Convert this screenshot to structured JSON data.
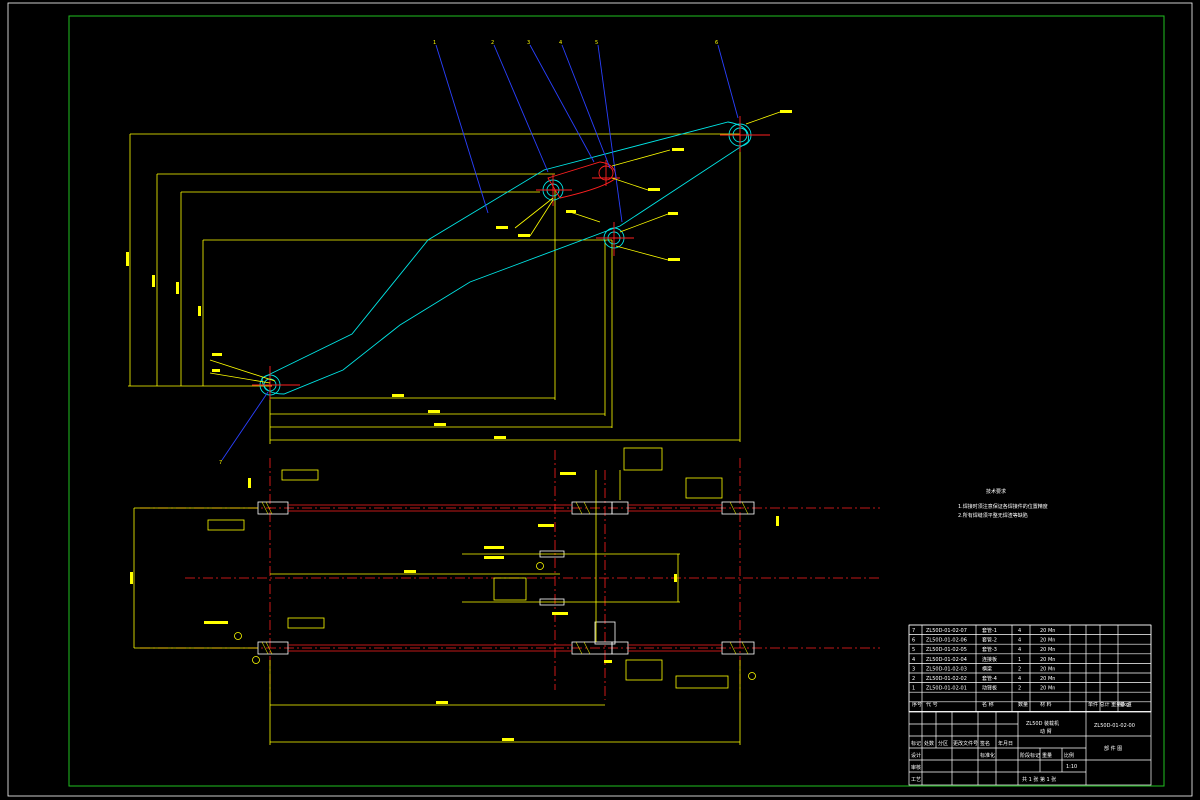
{
  "drawing": {
    "colors": {
      "background": "#000000",
      "frame": "#1fbf1f",
      "dimension": "#ffff00",
      "outline": "#00e5e5",
      "centerline": "#ff2020",
      "leader": "#2a40ff",
      "table": "#ffffff"
    },
    "balloons": [
      "1",
      "2",
      "3",
      "4",
      "5",
      "6",
      "7"
    ],
    "tech_requirements": {
      "title": "技术要求",
      "items": [
        "1.焊接时须注意保证各焊接件的位置精度",
        "2.所有焊缝须平整无焊渣等缺陷"
      ]
    },
    "title_block": {
      "product_name": "ZL50D 装载机",
      "part_name": "动 臂",
      "drawing_no": "ZL50D-01-02-00",
      "drawing_type": "部 件 图",
      "sheet_info": "共 1 张    第 1 张",
      "scale": "1:10"
    },
    "parts_header": [
      "序号",
      "代 号",
      "名 称",
      "数量",
      "材 料",
      "单件 总计 重量(kg)",
      "备 注"
    ],
    "parts": [
      [
        "7",
        "ZL50D-01-02-07",
        "套管-1",
        "4",
        "20 Mn",
        "",
        ""
      ],
      [
        "6",
        "ZL50D-01-02-06",
        "套管-2",
        "4",
        "20 Mn",
        "",
        ""
      ],
      [
        "5",
        "ZL50D-01-02-05",
        "套管-3",
        "4",
        "20 Mn",
        "",
        ""
      ],
      [
        "4",
        "ZL50D-01-02-04",
        "连接板",
        "1",
        "20 Mn",
        "",
        ""
      ],
      [
        "3",
        "ZL50D-01-02-03",
        "横梁",
        "2",
        "20 Mn",
        "",
        ""
      ],
      [
        "2",
        "ZL50D-01-02-02",
        "套管-4",
        "4",
        "20 Mn",
        "",
        ""
      ],
      [
        "1",
        "ZL50D-01-02-01",
        "动臂板",
        "2",
        "20 Mn",
        "",
        ""
      ]
    ],
    "sign_rows": [
      "标记",
      "设计",
      "审核",
      "工艺"
    ],
    "sign_labels": [
      "处数",
      "分区",
      "更改文件号",
      "签名",
      "年月日",
      "标准化",
      "阶段标记",
      "重量",
      "比例"
    ]
  }
}
